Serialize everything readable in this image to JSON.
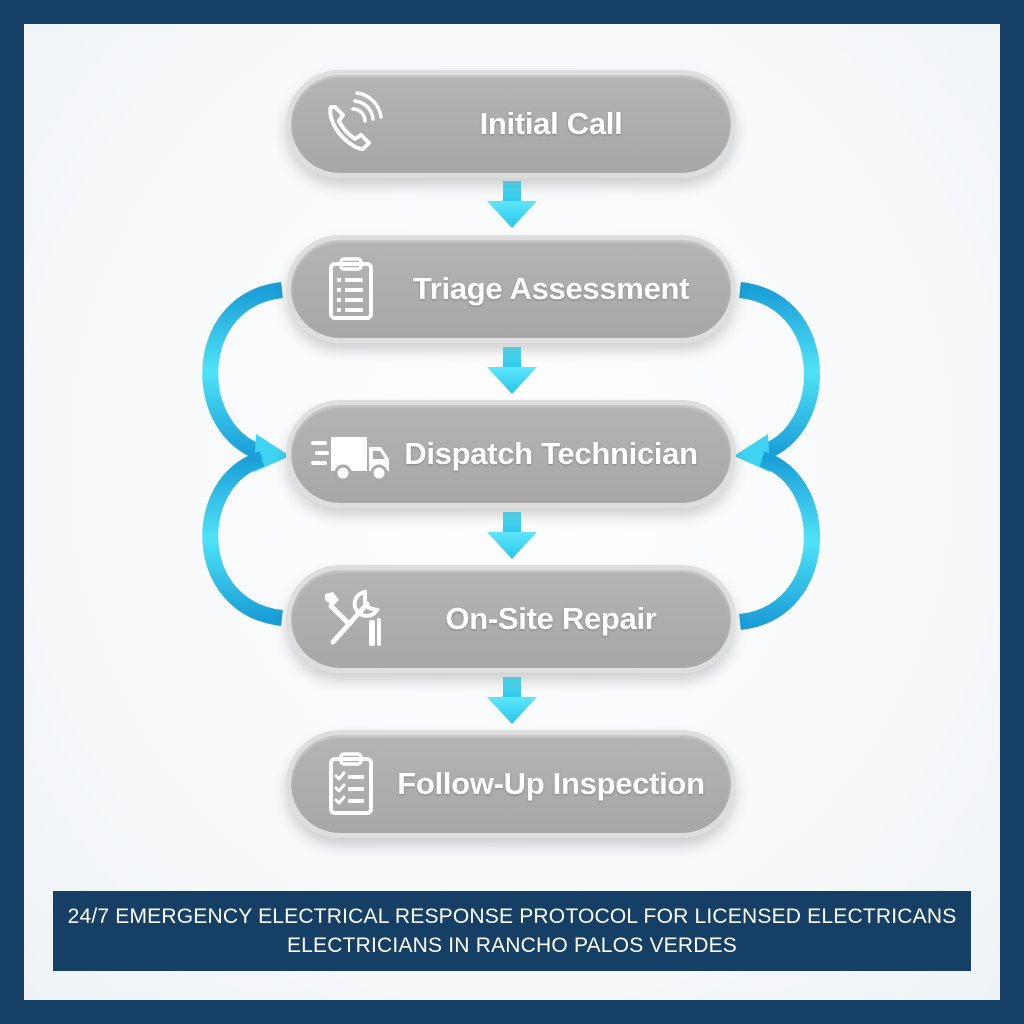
{
  "steps": [
    {
      "label": "Initial Call",
      "icon": "phone-icon"
    },
    {
      "label": "Triage Assessment",
      "icon": "clipboard-list-icon"
    },
    {
      "label": "Dispatch Technician",
      "icon": "truck-icon"
    },
    {
      "label": "On-Site Repair",
      "icon": "tools-icon"
    },
    {
      "label": "Follow-Up Inspection",
      "icon": "clipboard-check-icon"
    }
  ],
  "caption": {
    "line1": "24/7 EMERGENCY ELECTRICAL RESPONSE PROTOCOL FOR LICENSED ELECTRICANS",
    "line2": "ELECTRICIANS IN RANCHO PALOS VERDES"
  },
  "colors": {
    "frame": "#163f66",
    "step_fill": "#a9a9a9",
    "arrow": "#3fd3f2"
  }
}
